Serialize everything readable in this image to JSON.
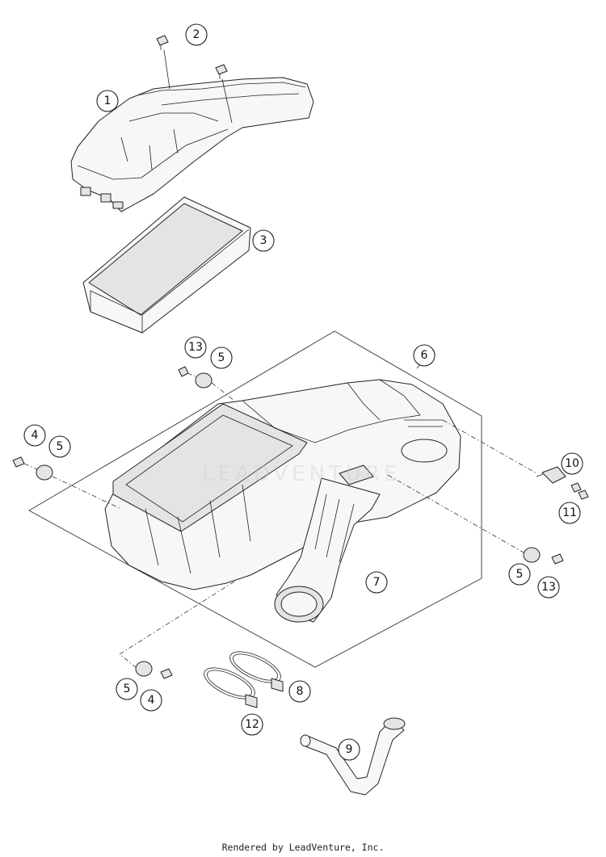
{
  "diagram": {
    "callouts": [
      "1",
      "2",
      "3",
      "13",
      "5",
      "6",
      "4",
      "5",
      "10",
      "11",
      "5",
      "13",
      "7",
      "5",
      "4",
      "8",
      "12",
      "9"
    ]
  },
  "watermark": "LEADVENTURE",
  "footer": "Rendered by LeadVenture, Inc."
}
